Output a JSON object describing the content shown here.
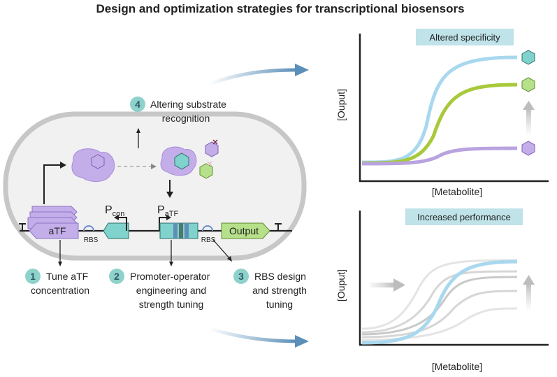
{
  "title": "Design and optimization strategies for transcriptional biosensors",
  "cell": {
    "aTF_label": "aTF",
    "rbs1_label": "RBS",
    "rbs2_label": "RBS",
    "pcon_main": "P",
    "pcon_sub": "con",
    "patf_main": "P",
    "patf_sub": "aTF",
    "output_label": "Output",
    "terminator_symbol": "T"
  },
  "strategies": [
    {
      "number": "1",
      "line1": "Tune aTF",
      "line2": "concentration",
      "line3": ""
    },
    {
      "number": "2",
      "line1": "Promoter-operator",
      "line2": "engineering and",
      "line3": "strength tuning"
    },
    {
      "number": "3",
      "line1": "RBS design",
      "line2": "and strength",
      "line3": "tuning"
    },
    {
      "number": "4",
      "line1": "Altering substrate",
      "line2": "recognition",
      "line3": ""
    }
  ],
  "plot_top": {
    "header": "Altered specificity",
    "ylabel": "[Ouput]",
    "xlabel": "[Metabolite]"
  },
  "plot_bottom": {
    "header": "Increased performance",
    "ylabel": "[Ouput]",
    "xlabel": "[Metabolite]"
  },
  "colors": {
    "teal": "#7fd3cc",
    "lightblue": "#a8d8ee",
    "green": "#a8c93a",
    "purple": "#b9a3df",
    "header_bg": "#bfe3e8",
    "cell_border": "#c7c7c7",
    "cell_fill": "#f1f1f1"
  }
}
